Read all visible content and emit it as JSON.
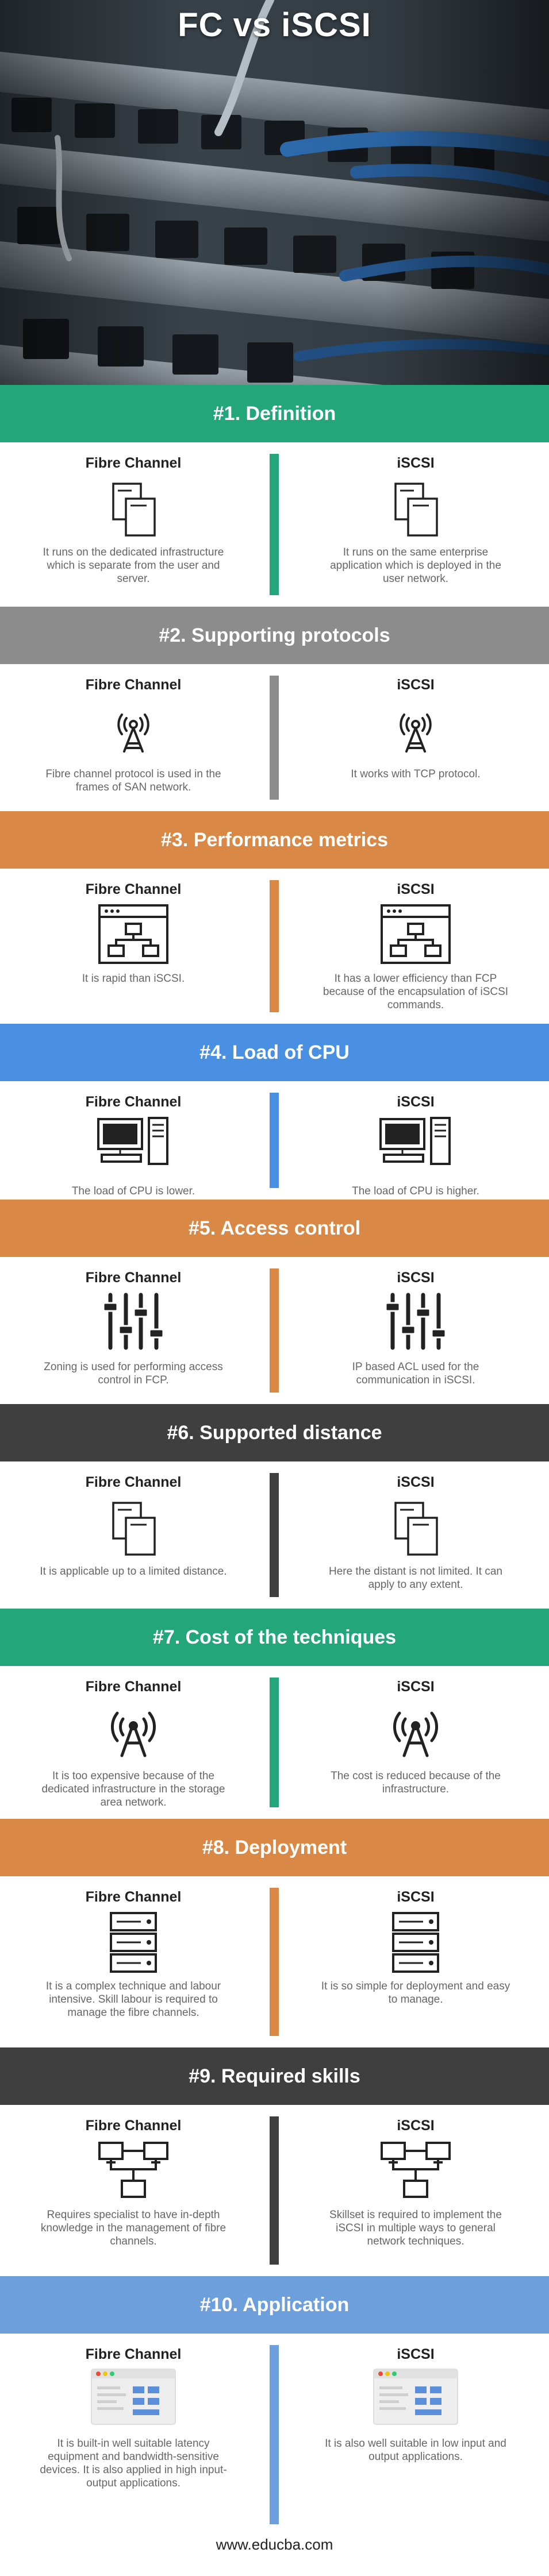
{
  "page_title": "FC vs iSCSI",
  "colors": {
    "teal": "#23a77a",
    "gray": "#8c8c8c",
    "orange": "#d98945",
    "blue": "#4a90e2",
    "dark": "#3f3f3f",
    "sky": "#6c9fdc"
  },
  "sections": [
    {
      "heading": "#1. Definition",
      "left_title": "Fibre Channel",
      "right_title": "iSCSI",
      "left_text": "It runs on the dedicated infrastructure which is separate from the user and server.",
      "right_text": "It runs on the same enterprise application which is deployed in the user network.",
      "icon": "documents-icon"
    },
    {
      "heading": "#2. Supporting protocols",
      "left_title": "Fibre Channel",
      "right_title": "iSCSI",
      "left_text": "Fibre channel protocol is used in the frames of SAN network.",
      "right_text": "It works with TCP protocol.",
      "icon": "antenna-icon"
    },
    {
      "heading": "#3. Performance metrics",
      "left_title": "Fibre Channel",
      "right_title": "iSCSI",
      "left_text": "It is rapid than iSCSI.",
      "right_text": "It has a lower efficiency than FCP because of the encapsulation of iSCSI commands.",
      "icon": "sitemap-window-icon"
    },
    {
      "heading": "#4. Load of CPU",
      "left_title": "Fibre Channel",
      "right_title": "iSCSI",
      "left_text": "The load of CPU is lower.",
      "right_text": "The load of CPU is higher.",
      "icon": "desktop-computer-icon"
    },
    {
      "heading": "#5. Access control",
      "left_title": "Fibre Channel",
      "right_title": "iSCSI",
      "left_text": "Zoning is used for performing access control in FCP.",
      "right_text": "IP based ACL used for the communication in iSCSI.",
      "icon": "sliders-icon"
    },
    {
      "heading": "#6. Supported distance",
      "left_title": "Fibre Channel",
      "right_title": "iSCSI",
      "left_text": "It is applicable up to a limited distance.",
      "right_text": "Here the distant is not limited. It can apply to any extent.",
      "icon": "documents-icon"
    },
    {
      "heading": "#7. Cost of the techniques",
      "left_title": "Fibre Channel",
      "right_title": "iSCSI",
      "left_text": "It is too expensive because of the dedicated infrastructure in the storage area network.",
      "right_text": "The cost is reduced because of the infrastructure.",
      "icon": "tower-icon"
    },
    {
      "heading": "#8. Deployment",
      "left_title": "Fibre Channel",
      "right_title": "iSCSI",
      "left_text": "It is a complex technique and labour intensive. Skill labour is required to manage the fibre channels.",
      "right_text": "It is so simple for deployment and easy to manage.",
      "icon": "server-rack-icon"
    },
    {
      "heading": "#9. Required skills",
      "left_title": "Fibre Channel",
      "right_title": "iSCSI",
      "left_text": "Requires specialist to have in-depth knowledge in the management of fibre channels.",
      "right_text": "Skillset is required to implement the iSCSI in multiple ways to general network techniques.",
      "icon": "network-icon"
    },
    {
      "heading": "#10. Application",
      "left_title": "Fibre Channel",
      "right_title": "iSCSI",
      "left_text": "It is built-in well suitable latency equipment and bandwidth-sensitive devices. It is also applied in high input-output applications.",
      "right_text": "It is also well suitable in low input and output applications.",
      "icon": "browser-window-icon"
    }
  ],
  "footer": "www.educba.com"
}
